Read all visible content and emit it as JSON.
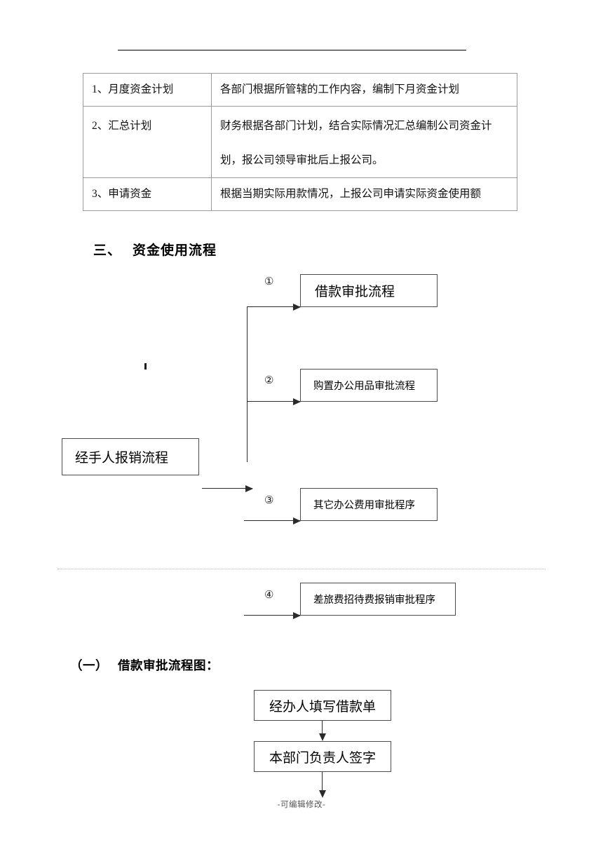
{
  "document": {
    "footer_note": "-可编辑修改-"
  },
  "plan_table": {
    "rows": [
      {
        "label": "1、月度资金计划",
        "description_lines": [
          "各部门根据所管辖的工作内容，编制下月资金计划"
        ]
      },
      {
        "label": "2、汇总计划",
        "description_lines": [
          "财务根据各部门计划，结合实际情况汇总编制公司资金计",
          "划，报公司领导审批后上报公司。"
        ]
      },
      {
        "label": "3、申请资金",
        "description_lines": [
          "根据当期实际用款情况，上报公司申请实际资金使用额"
        ]
      }
    ]
  },
  "section_three": {
    "number": "三、",
    "title": "资金使用流程",
    "source_box": "经手人报销流程",
    "branches": [
      {
        "marker": "①",
        "label": "借款审批流程"
      },
      {
        "marker": "②",
        "label": "购置办公用品审批流程"
      },
      {
        "marker": "③",
        "label": "其它办公费用审批程序"
      },
      {
        "marker": "④",
        "label": "差旅费招待费报销审批程序"
      }
    ]
  },
  "subsection_one": {
    "number": "（一）",
    "title": "借款审批流程图：",
    "steps": [
      {
        "label": "经办人填写借款单"
      },
      {
        "label": "本部门负责人签字"
      }
    ]
  }
}
